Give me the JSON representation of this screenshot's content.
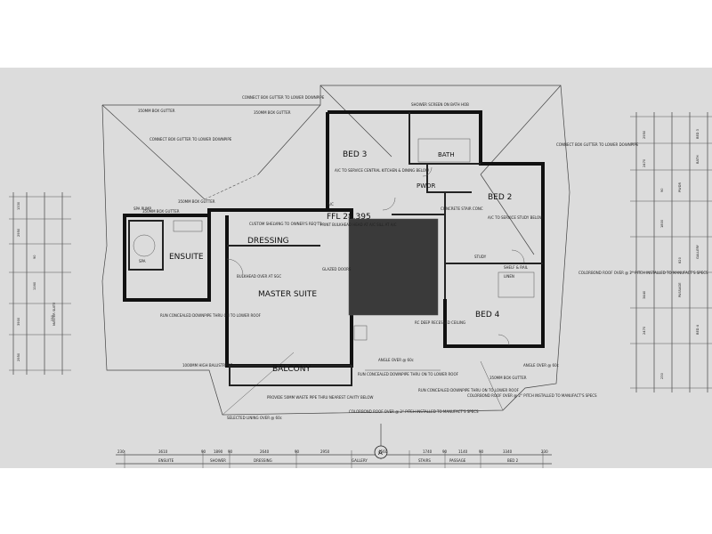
{
  "rooms": {
    "bed3": "BED 3",
    "bath": "BATH",
    "pwdr": "PWDR",
    "bed2": "BED 2",
    "bed4": "BED 4",
    "ensuite": "ENSUITE",
    "dressing": "DRESSING",
    "master": "MASTER SUITE",
    "balcony": "BALCONY",
    "ffl": "FFL 28.395"
  },
  "notes": {
    "connect_box_top": "CONNECT BOX GUTTER TO LOWER DOWNPIPE",
    "connect_box_left": "CONNECT BOX GUTTER TO LOWER DOWNPIPE",
    "connect_box_right": "CONNECT BOX GUTTER TO LOWER DOWNPIPE",
    "box_gutter_top": "350MM BOX GUTTER",
    "box_gutter_mid": "350MM BOX GUTTER",
    "box_gutter_left": "350MM BOX GUTTER",
    "box_gutter_bottom": "350MM BOX GUTTER",
    "shower_screen": "SHOWER SCREEN ON BATH HOB",
    "custom_shelving": "CUSTOM SHELVING TO OWNER'S REQ'TS",
    "print_bulkhead": "PRINT BULKHEAD HEAD AT A/C SILL AT A/C",
    "ac_service": "A/C TO SERVICE STUDY BELOW",
    "ac_kitchen": "A/C TO SERVICE CENTRAL KITCHEN & DINING BELOW",
    "concrete_stair": "CONCRETE STAIR CONC",
    "glazed": "GLAZED DOORS",
    "bulkhead": "BULKHEAD OVER AT SGC",
    "run_concealed_left": "RUN CONCEALED DOWNPIPE THRU ON TO LOWER ROOF",
    "run_concealed_mid": "RUN CONCEALED DOWNPIPE THRU ON TO LOWER ROOF",
    "run_concealed_right": "RUN CONCEALED DOWNPIPE THRU ON TO LOWER ROOF",
    "recessed": "RC DEEP RECESSED CEILING",
    "balustrade": "1000MM HIGH BALUSTRADE",
    "angle_mid": "ANGLE OVER @ 60c",
    "angle_right": "ANGLE OVER @ 60c",
    "colorbond_right": "COLORBOND ROOF OVER @ 2° PITCH INSTALLED TO MANUFACT'S SPECS",
    "colorbond_bottom": "COLORBOND ROOF OVER @ 2° PITCH INSTALLED TO MANUFACT'S SPECS",
    "colorbond_mid": "COLORBOND ROOF OVER @ 2° PITCH INSTALLED TO MANUFACT'S SPECS",
    "provide_waste": "PROVIDE 50MM WASTE PIPE THRU NEAREST CAVITY BELOW",
    "selected_lining": "SELECTED LINING OVER @ 60c",
    "study": "STUDY",
    "linen": "LINEN",
    "shelf": "SHELF & RAIL",
    "spa": "SPA",
    "spa_pump": "SPA PUMP",
    "ac": "A/C",
    "section_marker": "A"
  },
  "dims_bottom": [
    "230",
    "3610",
    "90",
    "1890",
    "90",
    "2640",
    "90",
    "2950",
    "4560",
    "1740",
    "90",
    "1140",
    "90",
    "3340",
    "230"
  ],
  "labels_bottom": [
    "ENSUITE",
    "SHOWER",
    "DRESSING",
    "GALLERY",
    "STAIRS",
    "PASSAGE",
    "BED 2"
  ],
  "dims_left": [
    "1330",
    "2950",
    "90",
    "1160",
    "230",
    "3900",
    "2950"
  ],
  "labels_left": [
    "MASTER SUITE"
  ],
  "dims_right": [
    "2950",
    "2470",
    "90",
    "1800",
    "820",
    "3440",
    "2470",
    "230"
  ],
  "labels_right": [
    "BED 3",
    "BATH",
    "PWDR",
    "GALLERY",
    "PASSAGE",
    "BED 4"
  ]
}
